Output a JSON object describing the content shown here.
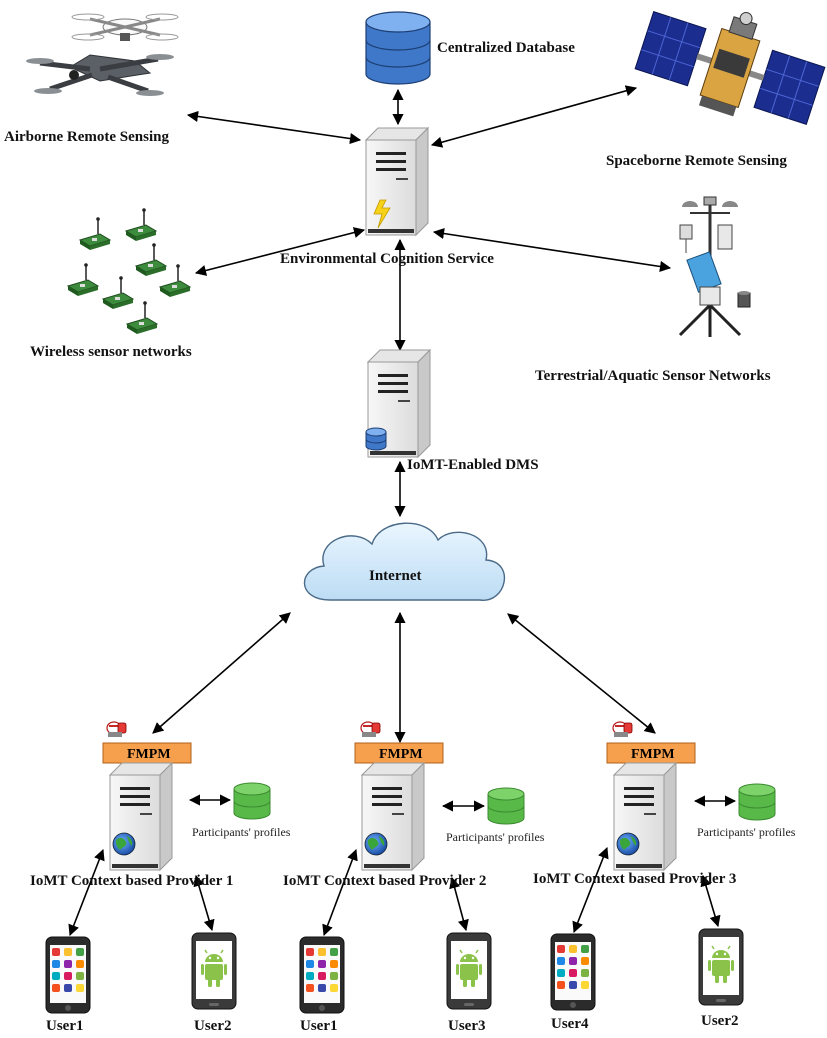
{
  "top": {
    "database": "Centralized Database",
    "airborne": "Airborne Remote Sensing",
    "spaceborne": "Spaceborne Remote Sensing",
    "ecs": "Environmental Cognition Service",
    "wsn": "Wireless sensor networks",
    "terrestrial": "Terrestrial/Aquatic Sensor Networks",
    "dms": "IoMT-Enabled DMS",
    "internet": "Internet"
  },
  "providers": [
    {
      "badge": "FMPM",
      "profiles": "Participants' profiles",
      "name": "IoMT Context based Provider 1",
      "users": [
        {
          "label": "User1",
          "os": "ios"
        },
        {
          "label": "User2",
          "os": "android"
        }
      ]
    },
    {
      "badge": "FMPM",
      "profiles": "Participants' profiles",
      "name": "IoMT Context based Provider 2",
      "users": [
        {
          "label": "User1",
          "os": "ios"
        },
        {
          "label": "User3",
          "os": "android"
        }
      ]
    },
    {
      "badge": "FMPM",
      "profiles": "Participants' profiles",
      "name": "IoMT Context based Provider 3",
      "users": [
        {
          "label": "User4",
          "os": "ios"
        },
        {
          "label": "User2",
          "os": "android"
        }
      ]
    }
  ],
  "colors": {
    "db_blue": "#3f78c9",
    "fmpm_orange": "#f6a04d",
    "db_green": "#58b948",
    "android_green": "#8bc34a",
    "server_gray": "#ececec",
    "cloud_blue": "#cfe8fb"
  }
}
